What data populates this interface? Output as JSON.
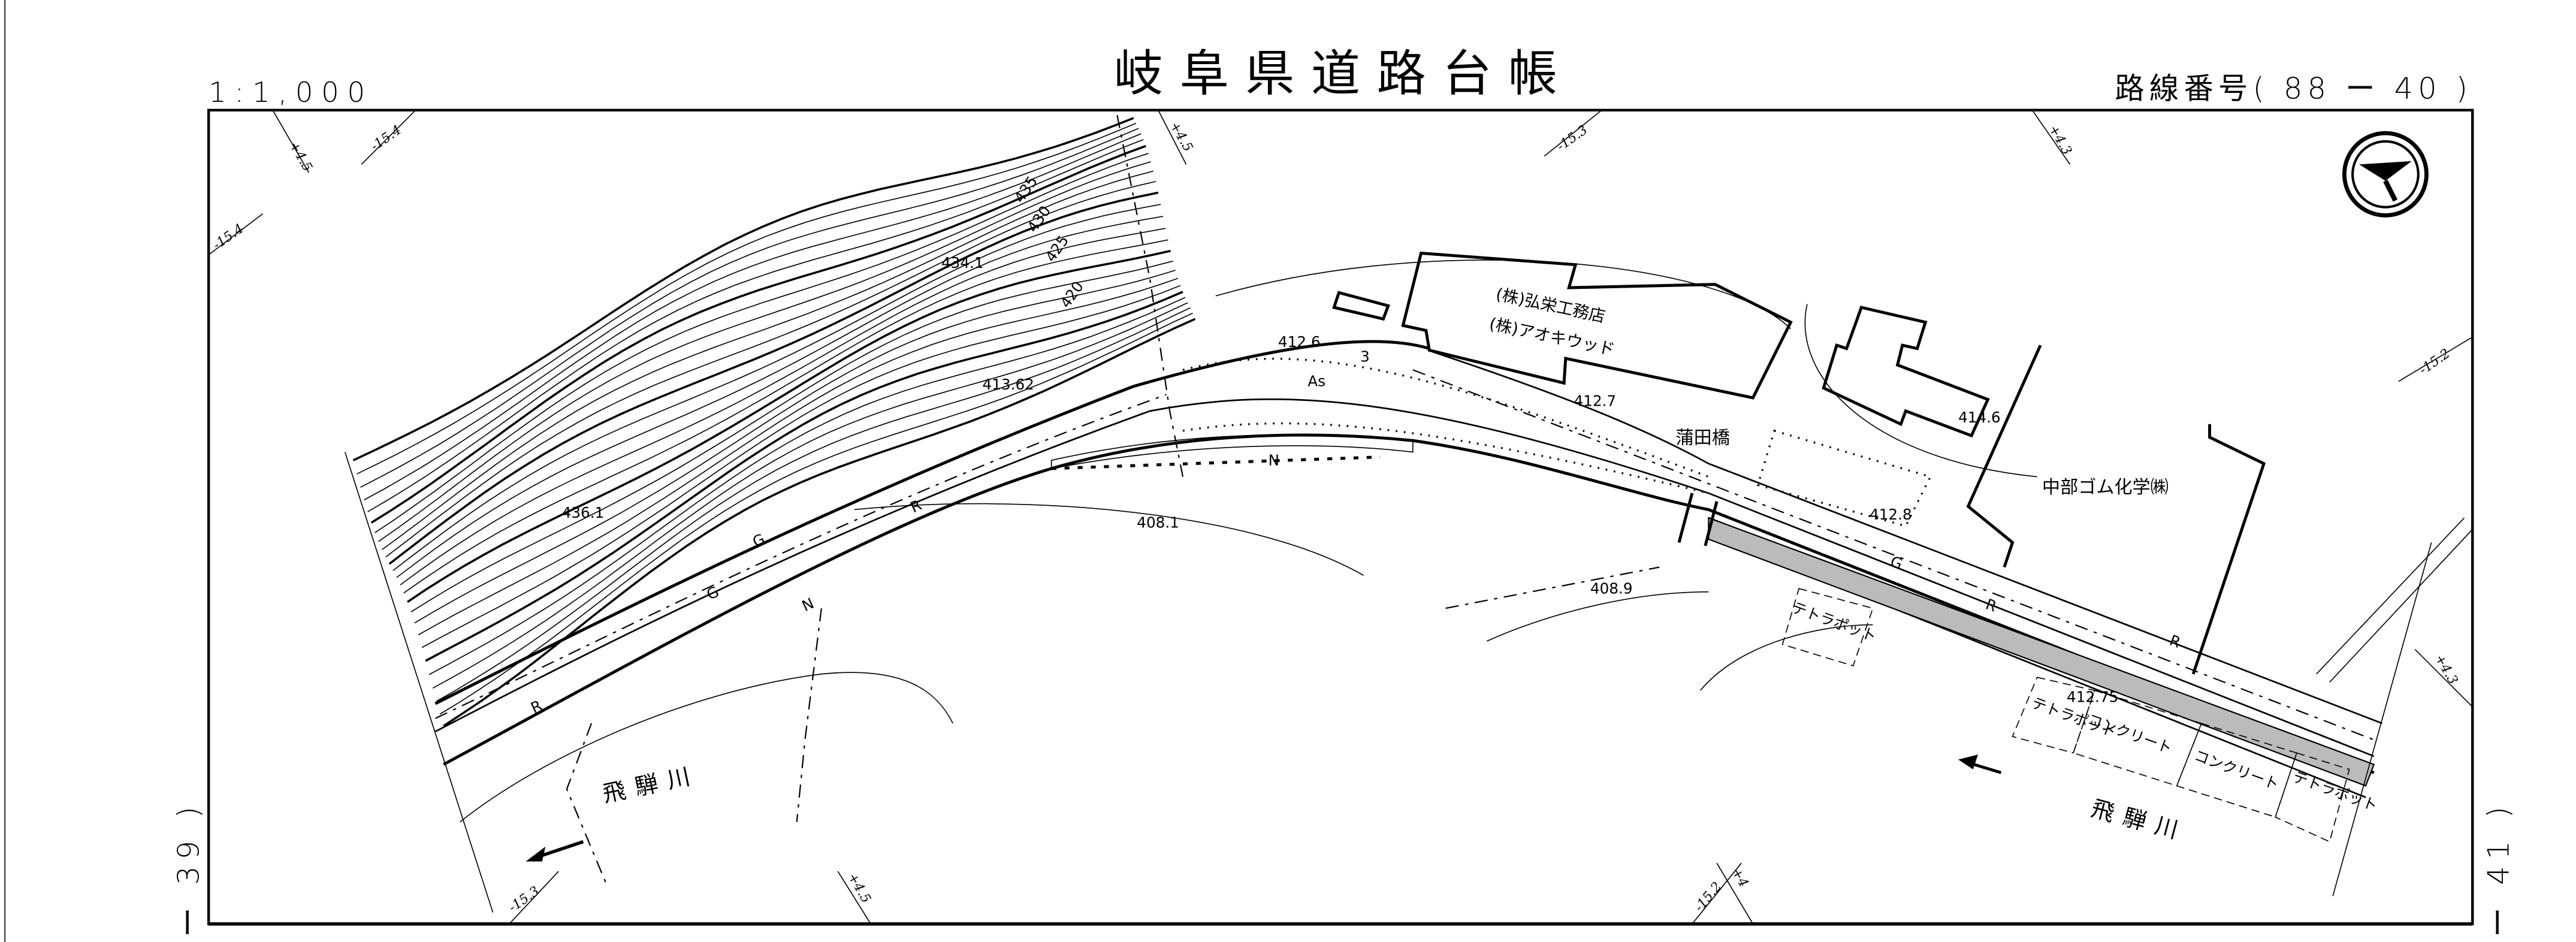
{
  "header": {
    "scale": "1:1,000",
    "title": "岐阜県道路台帳",
    "route": "路線番号( 88 ー 40 )"
  },
  "sheet": {
    "prev": "ー 39 )",
    "next": "ー 41 )"
  },
  "grid_ticks": [
    "+4.5",
    "-15.4",
    "-15.4",
    "+4.5",
    "-15.3",
    "+4.3",
    "-15.2",
    "+4.3",
    "-15.3",
    "+4.5",
    "-15.2",
    "+4"
  ],
  "contours": [
    "435",
    "430",
    "425",
    "420"
  ],
  "elevations": [
    "434.1",
    "413.62",
    "412.6",
    "412.7",
    "436.1",
    "408.1",
    "408.9",
    "414.6",
    "412.8",
    "412.75"
  ],
  "road": {
    "bridge": "蒲田橋",
    "surface": "As",
    "marks": [
      "N",
      "3",
      "R",
      "G",
      "R",
      "G",
      "N",
      "R",
      "G",
      "R"
    ]
  },
  "buildings": [
    "(株)弘栄工務店",
    "(株)アオキウッド",
    "中部ゴム化学㈱"
  ],
  "river": [
    "飛騨川",
    "飛騨川"
  ],
  "revetments": [
    "テトラポット",
    "テトラポット",
    "コンクリート",
    "コンクリート",
    "テトラポット"
  ],
  "colors": {
    "ink": "#000000",
    "paper": "#ffffff"
  }
}
